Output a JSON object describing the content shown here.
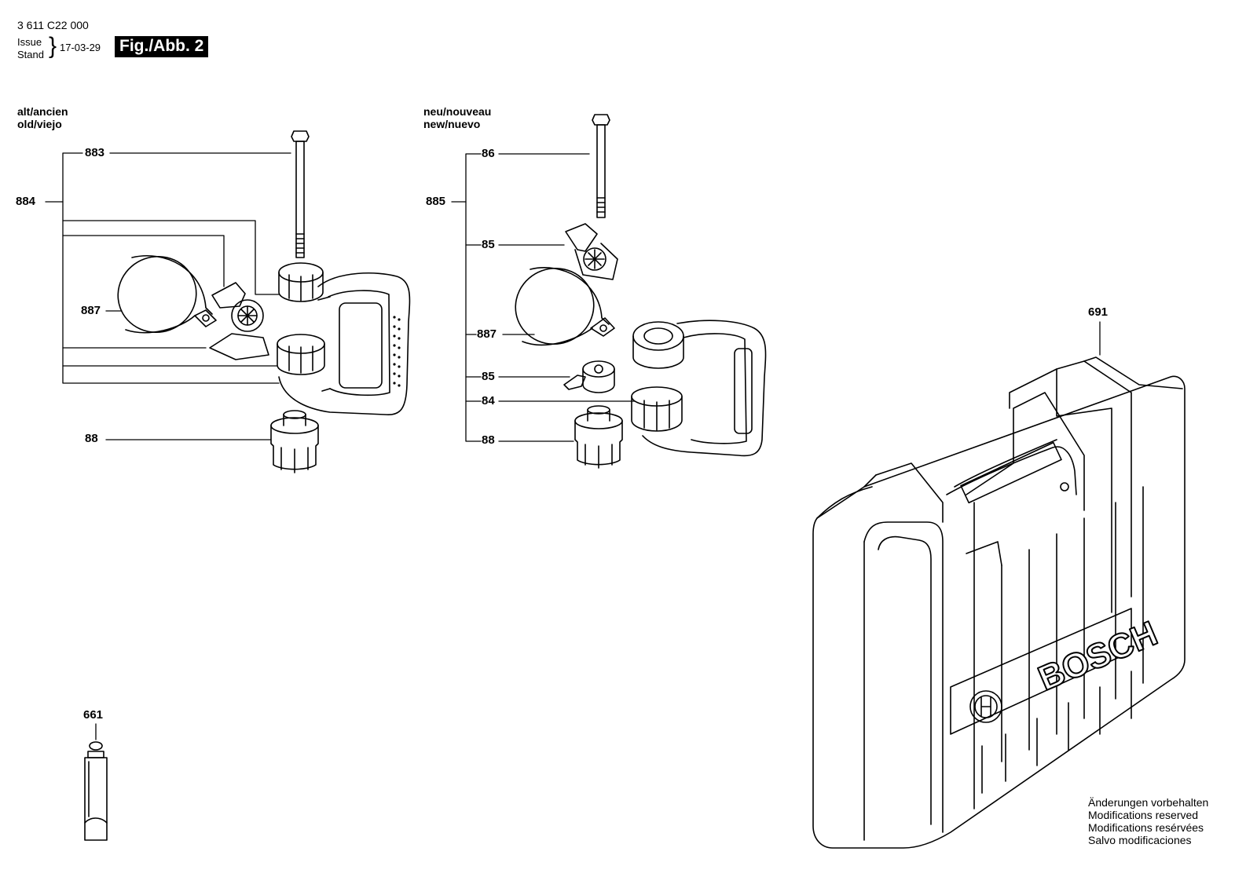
{
  "header": {
    "part_number": "3 611 C22 000",
    "issue_label_1": "Issue",
    "issue_label_2": "Stand",
    "issue_date": "17-03-29",
    "figure_label": "Fig./Abb. 2"
  },
  "sections": {
    "old_line1": "alt/ancien",
    "old_line2": "old/viejo",
    "new_line1": "neu/nouveau",
    "new_line2": "new/nuevo"
  },
  "callouts": {
    "old": [
      "883",
      "884",
      "887",
      "88"
    ],
    "new": [
      "86",
      "885",
      "85",
      "887",
      "85",
      "84",
      "88"
    ],
    "case": "691",
    "grease": "661"
  },
  "case_brand": "BOSCH",
  "footer_notes": [
    "Änderungen vorbehalten",
    "Modifications reserved",
    "Modifications resérvées",
    "Salvo modificaciones"
  ]
}
